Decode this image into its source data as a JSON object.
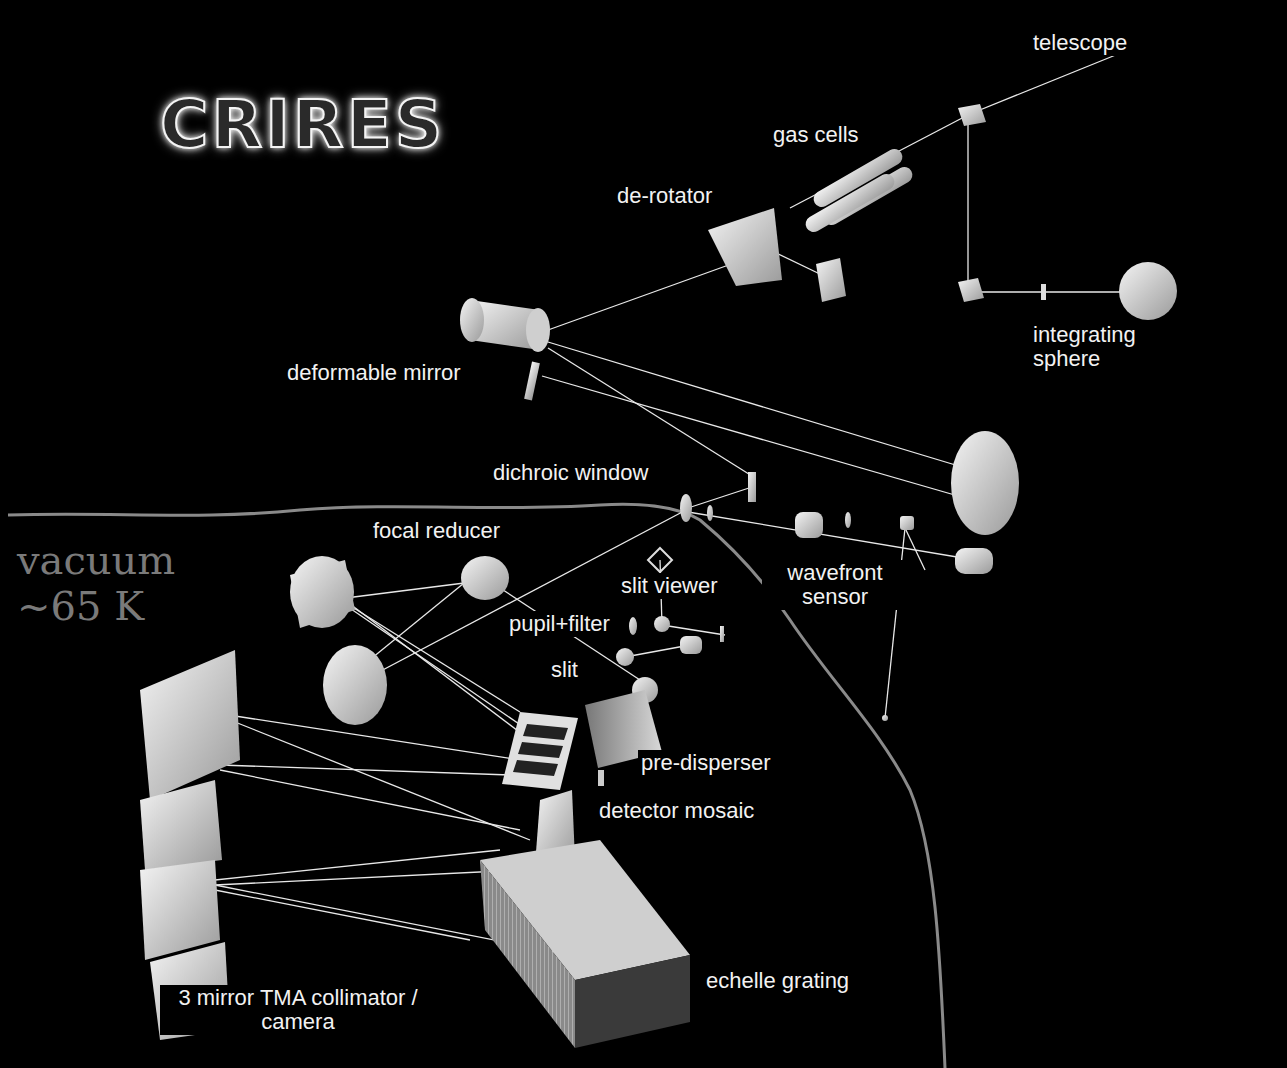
{
  "diagram": {
    "title": "CRIRES",
    "labels": [
      "telescope",
      "gas cells",
      "de-rotator",
      "integrating sphere",
      "deformable mirror",
      "dichroic window",
      "focal reducer",
      "wavefront sensor",
      "slit viewer",
      "pupil+filter",
      "slit",
      "pre-disperser",
      "detector mosaic",
      "echelle grating",
      "3 mirror TMA collimator / camera",
      "vacuum ~65 K"
    ]
  }
}
